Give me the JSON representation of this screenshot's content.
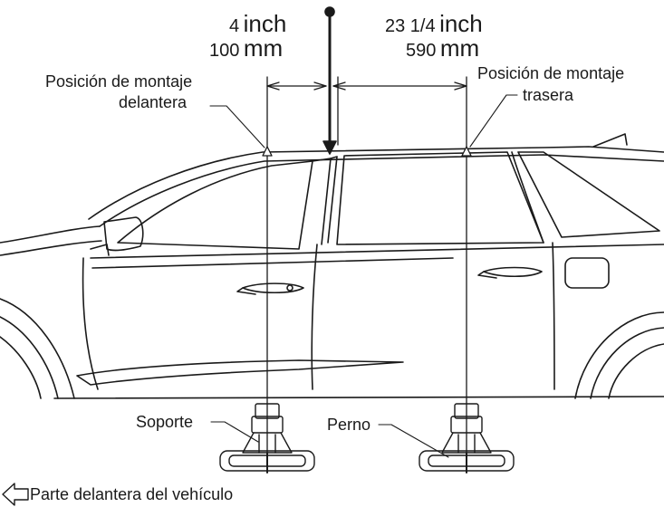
{
  "dimensions": {
    "front": {
      "inch_value": "4",
      "inch_unit": "inch",
      "mm_value": "100",
      "mm_unit": "mm"
    },
    "rear": {
      "inch_value": "23 1/4",
      "inch_unit": "inch",
      "mm_value": "590",
      "mm_unit": "mm"
    }
  },
  "labels": {
    "front_mount_line1": "Posición de montaje",
    "front_mount_line2": "delantera",
    "rear_mount_line1": "Posición de montaje",
    "rear_mount_line2": "trasera",
    "bracket": "Soporte",
    "bolt": "Perno",
    "vehicle_front": "Parte delantera del vehículo"
  },
  "icons": {
    "front_direction": "arrow-left-icon",
    "mount_marker": "triangle-marker-icon"
  },
  "colors": {
    "ink": "#1a1a1a",
    "background": "#ffffff"
  }
}
